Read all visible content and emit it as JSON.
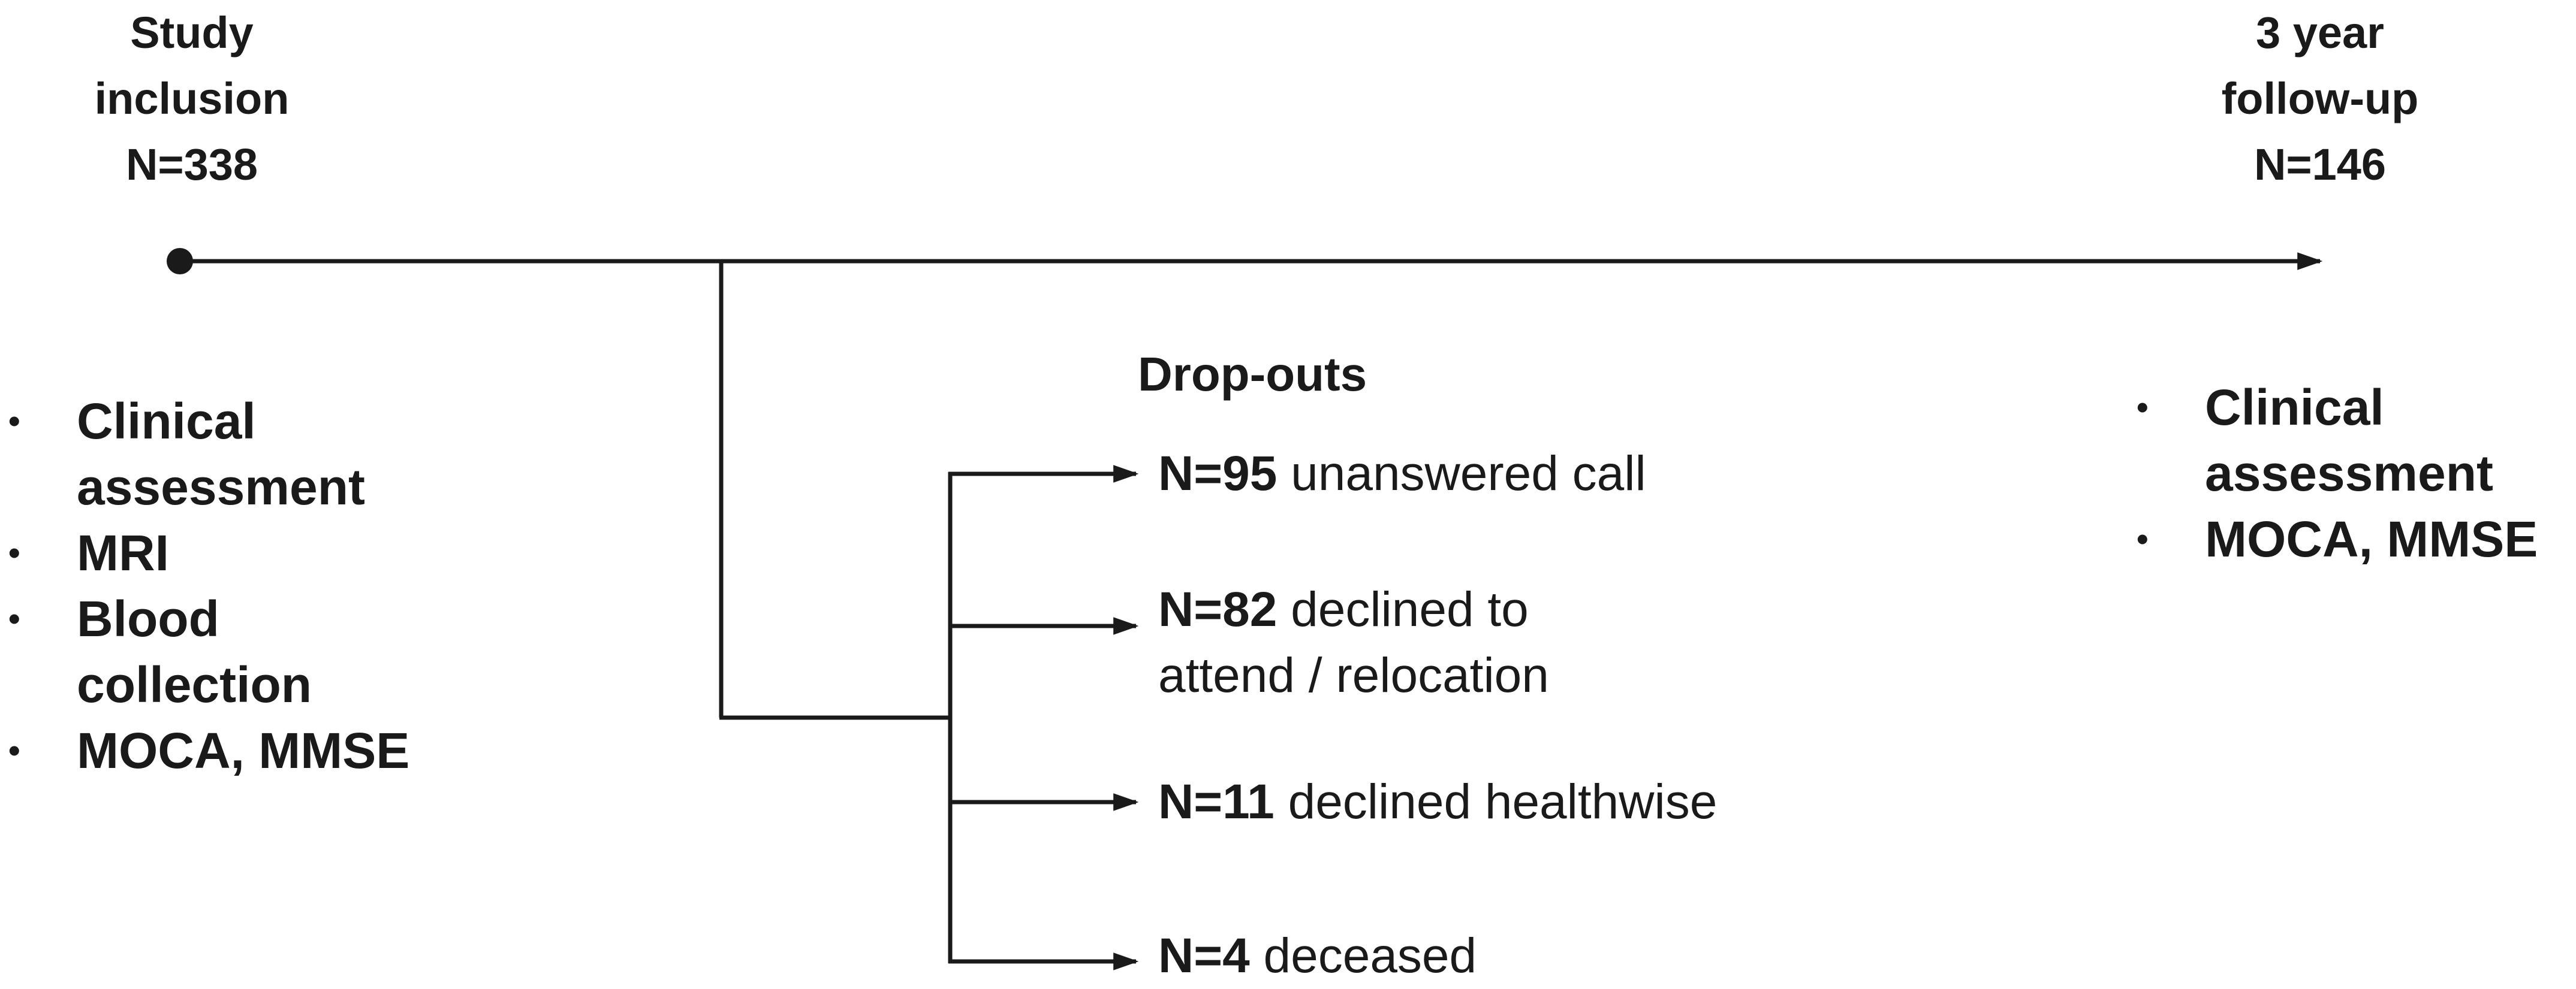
{
  "start": {
    "title_line1": "Study",
    "title_line2": "inclusion",
    "count": "N=338",
    "items": [
      "Clinical assessment",
      "MRI",
      "Blood collection",
      "MOCA, MMSE"
    ]
  },
  "end": {
    "title_line1": "3 year",
    "title_line2": "follow-up",
    "count": "N=146",
    "items": [
      "Clinical assessment",
      "MOCA, MMSE"
    ]
  },
  "dropouts": {
    "title": "Drop-outs",
    "items": [
      {
        "count": "N=95",
        "text": "unanswered call"
      },
      {
        "count": "N=82",
        "text": "declined to attend / relocation"
      },
      {
        "count": "N=11",
        "text": "declined healthwise"
      },
      {
        "count": "N=4",
        "text": "deceased"
      }
    ]
  }
}
